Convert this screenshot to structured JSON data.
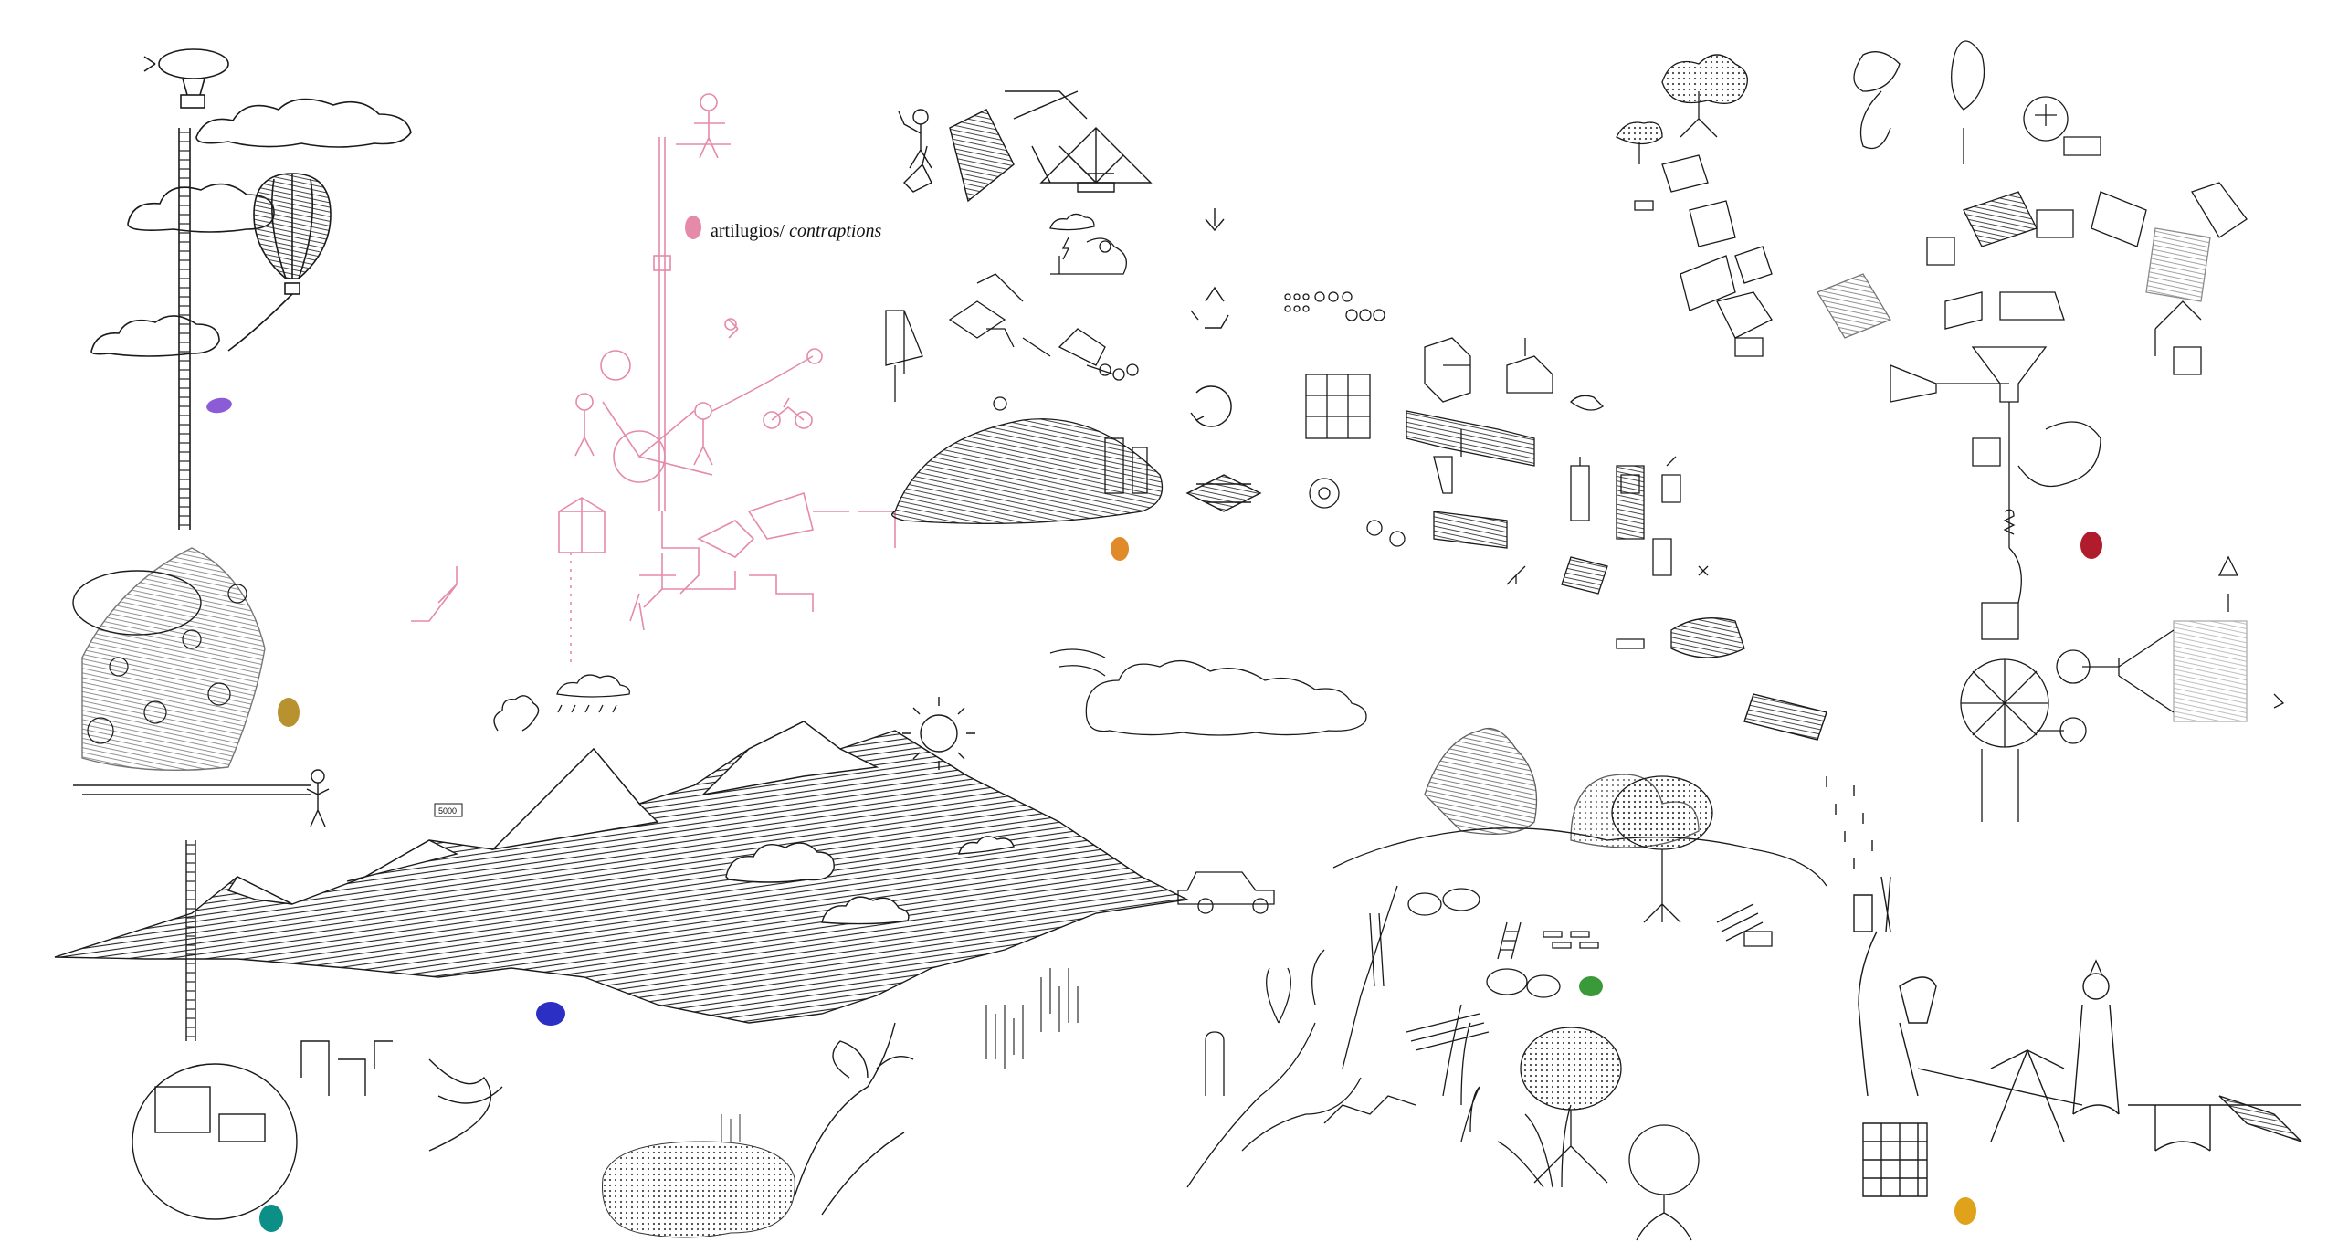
{
  "legend": {
    "main": "artilugios/",
    "italic": "contraptions"
  },
  "altitude_tag": "5000",
  "colors": {
    "ink": "#1a1a1a",
    "pink": "#e58aa8",
    "purple": "#8b5cd6",
    "ochre": "#b8922e",
    "blue": "#2b2fc4",
    "teal": "#0c8f86",
    "orange": "#e08a2a",
    "green": "#3a9a3a",
    "crimson": "#b01c2c",
    "gold": "#e0a21a"
  },
  "icons": [
    "fingerprint-icon",
    "sun-icon",
    "recycle-icon",
    "airship-icon",
    "hot-air-balloon-icon"
  ]
}
